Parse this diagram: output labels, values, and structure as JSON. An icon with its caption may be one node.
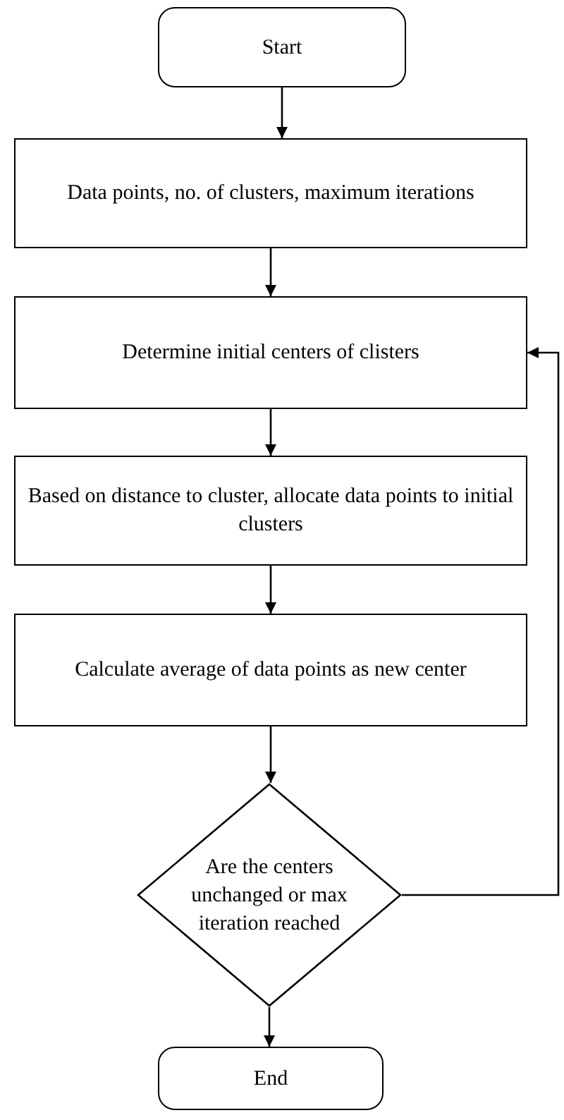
{
  "diagram": {
    "nodes": [
      {
        "text": [
          "Start"
        ]
      },
      {
        "text": [
          "Data points, no. of clusters, maximum iterations"
        ]
      },
      {
        "text": [
          "Determine initial centers of clisters"
        ]
      },
      {
        "text": [
          "Based on distance to cluster, allocate data points to initial clusters"
        ]
      },
      {
        "text": [
          "Calculate average of data points as new center"
        ]
      },
      {
        "text": [
          "Are the centers unchanged or max iteration reached"
        ]
      },
      {
        "text": [
          "End"
        ]
      }
    ],
    "edges": [
      {
        "from": 0,
        "to": 1,
        "arrow": "to"
      },
      {
        "from": 1,
        "to": 2,
        "arrow": "to"
      },
      {
        "from": 2,
        "to": 3,
        "arrow": "to"
      },
      {
        "from": 3,
        "to": 4,
        "arrow": "to"
      },
      {
        "from": 4,
        "to": 5,
        "arrow": "to"
      },
      {
        "from": 5,
        "to": 6,
        "arrow": "to"
      },
      {
        "from": 5,
        "to": 2,
        "arrow": "to"
      }
    ]
  }
}
